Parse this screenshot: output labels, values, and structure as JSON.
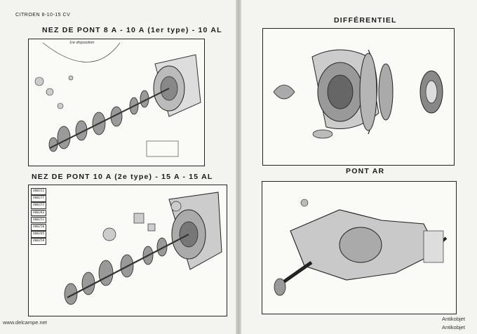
{
  "header": {
    "left_running_title": "CITROEN 8-10-15 CV"
  },
  "left_page": {
    "title_top": "NEZ DE PONT 8 A - 10 A (1er type) - 10 AL",
    "disposition_label": "1re disposition",
    "title_bottom": "NEZ DE PONT 10 A (2e type) - 15 A - 15 AL",
    "part_list": [
      "400311",
      "400277",
      "400372",
      "400283",
      "400251",
      "400250",
      "400285",
      "400259"
    ]
  },
  "right_page": {
    "title_top": "DIFFÉRENTIEL",
    "title_bottom": "PONT AR"
  },
  "footer": {
    "left_watermark": "www.delcampe.net",
    "right_watermark_1": "Antikobjet",
    "right_watermark_2": "Antikobjet"
  }
}
